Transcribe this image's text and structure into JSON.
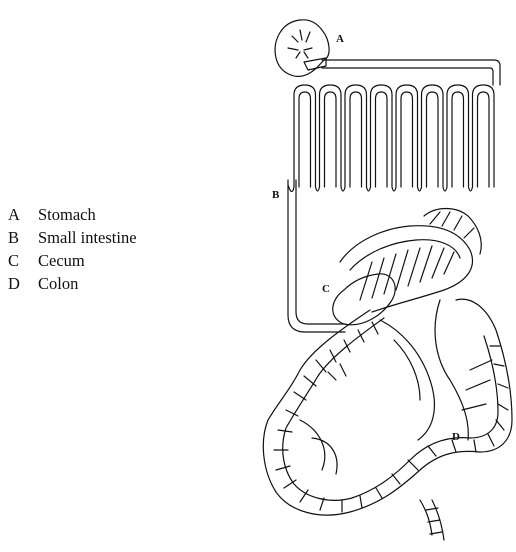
{
  "legend": [
    {
      "key": "A",
      "label": "Stomach"
    },
    {
      "key": "B",
      "label": "Small intestine"
    },
    {
      "key": "C",
      "label": "Cecum"
    },
    {
      "key": "D",
      "label": "Colon"
    }
  ],
  "diagram_labels": {
    "a": "A",
    "b": "B",
    "c": "C",
    "d": "D"
  }
}
